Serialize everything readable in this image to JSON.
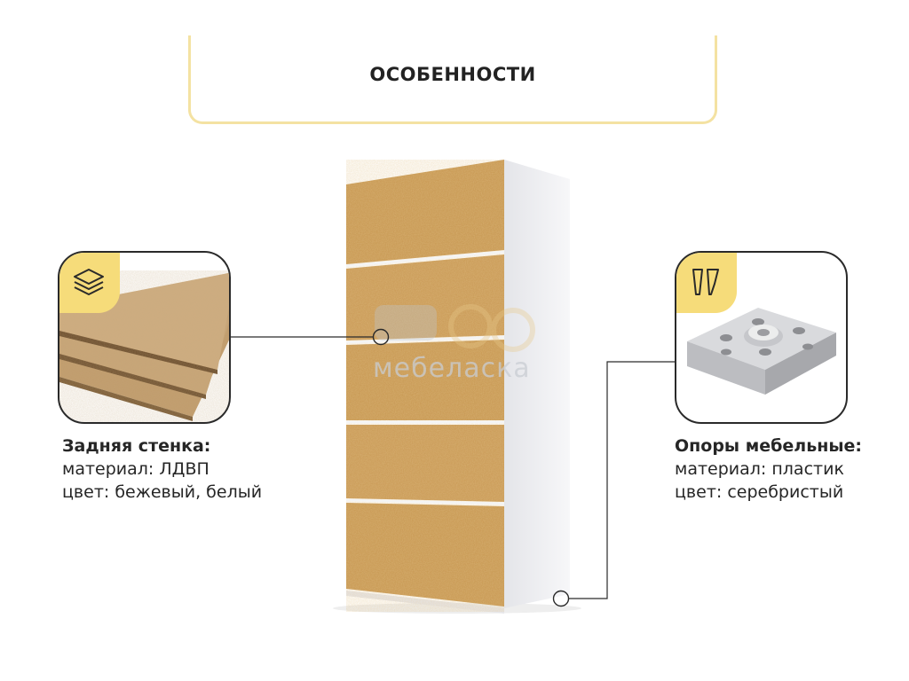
{
  "section": {
    "title": "ОСОБЕННОСТИ"
  },
  "watermark": {
    "text": "мебеласка"
  },
  "back_wall": {
    "heading": "Задняя стенка:",
    "material": "материал: ЛДВП",
    "color": "цвет: бежевый, белый",
    "icon": "layers-icon"
  },
  "furniture_supports": {
    "heading": "Опоры мебельные:",
    "material": "материал: пластик",
    "color": "цвет: серебристый",
    "icon": "furniture-legs-icon"
  },
  "colors": {
    "accent": "#f6dc7a",
    "frame": "#f4e2a2",
    "board": "#c99a55",
    "cabinet": "#f2f2f4"
  }
}
